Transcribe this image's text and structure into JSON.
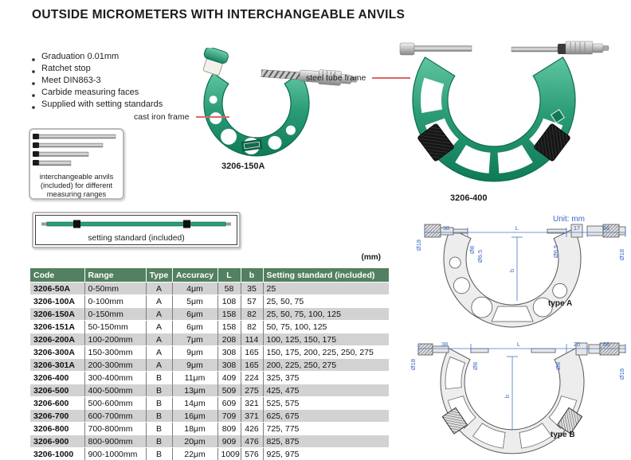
{
  "title": "OUTSIDE MICROMETERS WITH INTERCHANGEABLE ANVILS",
  "features": [
    "Graduation 0.01mm",
    "Ratchet stop",
    "Meet DIN863-3",
    "Carbide measuring faces",
    "Supplied with setting standards"
  ],
  "captions": {
    "anvils": "interchangeable anvils (included) for different measuring ranges",
    "setting_standard": "setting standard (included)",
    "cast_iron_frame": "cast iron frame",
    "steel_tube_frame": "steel tube frame",
    "model_small": "3206-150A",
    "model_large": "3206-400"
  },
  "table": {
    "unit_note": "(mm)",
    "headers": [
      "Code",
      "Range",
      "Type",
      "Accuracy",
      "L",
      "b",
      "Setting standard (included)"
    ],
    "rows": [
      [
        "3206-50A",
        "0-50mm",
        "A",
        "4μm",
        "58",
        "35",
        "25"
      ],
      [
        "3206-100A",
        "0-100mm",
        "A",
        "5μm",
        "108",
        "57",
        "25, 50, 75"
      ],
      [
        "3206-150A",
        "0-150mm",
        "A",
        "6μm",
        "158",
        "82",
        "25, 50, 75, 100, 125"
      ],
      [
        "3206-151A",
        "50-150mm",
        "A",
        "6μm",
        "158",
        "82",
        "50, 75, 100, 125"
      ],
      [
        "3206-200A",
        "100-200mm",
        "A",
        "7μm",
        "208",
        "114",
        "100, 125, 150, 175"
      ],
      [
        "3206-300A",
        "150-300mm",
        "A",
        "9μm",
        "308",
        "165",
        "150, 175, 200, 225, 250, 275"
      ],
      [
        "3206-301A",
        "200-300mm",
        "A",
        "9μm",
        "308",
        "165",
        "200, 225, 250, 275"
      ],
      [
        "3206-400",
        "300-400mm",
        "B",
        "11μm",
        "409",
        "224",
        "325, 375"
      ],
      [
        "3206-500",
        "400-500mm",
        "B",
        "13μm",
        "509",
        "275",
        "425, 475"
      ],
      [
        "3206-600",
        "500-600mm",
        "B",
        "14μm",
        "609",
        "321",
        "525, 575"
      ],
      [
        "3206-700",
        "600-700mm",
        "B",
        "16μm",
        "709",
        "371",
        "625, 675"
      ],
      [
        "3206-800",
        "700-800mm",
        "B",
        "18μm",
        "809",
        "426",
        "725, 775"
      ],
      [
        "3206-900",
        "800-900mm",
        "B",
        "20μm",
        "909",
        "476",
        "825, 875"
      ],
      [
        "3206-1000",
        "900-1000mm",
        "B",
        "22μm",
        "1009",
        "576",
        "925, 975"
      ]
    ]
  },
  "drawings": {
    "unit_label": "Unit: mm",
    "type_a": {
      "label": "type A",
      "top": [
        "38",
        "L",
        "17",
        "66"
      ],
      "side": [
        "Ø18",
        "Ø8",
        "Ø6.5",
        "b",
        "Ø6.5",
        "Ø18"
      ]
    },
    "type_b": {
      "label": "type B",
      "top": [
        "38",
        "L",
        "20",
        "66"
      ],
      "side": [
        "Ø18",
        "Ø8",
        "b",
        "Ø8",
        "Ø18"
      ]
    }
  },
  "colors": {
    "table_header_green": "#528060",
    "row_shade_gray": "#d2d2d2",
    "product_green": "#2b9c77",
    "pointer_red": "#e06565",
    "dimension_blue": "#3a66c4"
  }
}
